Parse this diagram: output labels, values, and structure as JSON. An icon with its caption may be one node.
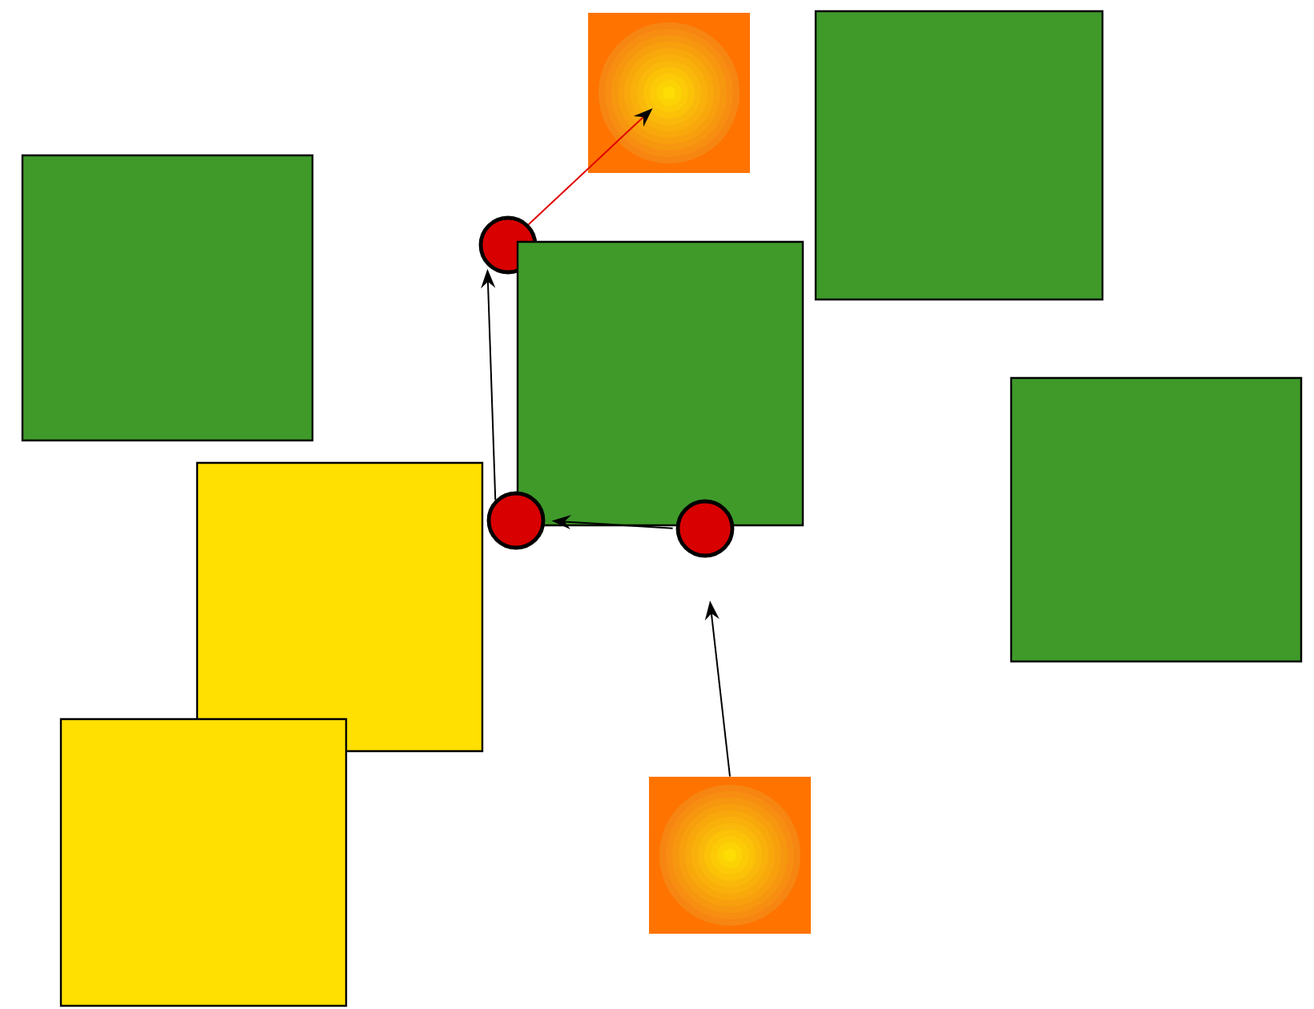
{
  "diagram": {
    "nodes": [
      {
        "text": [],
        "shape": "box"
      },
      {
        "text": [],
        "shape": "box"
      },
      {
        "text": [],
        "shape": "box"
      },
      {
        "text": [],
        "shape": "circle"
      },
      {
        "text": [],
        "shape": "box"
      },
      {
        "text": [],
        "shape": "box"
      },
      {
        "text": [],
        "shape": "box"
      },
      {
        "text": [],
        "shape": "circle"
      },
      {
        "text": [],
        "shape": "circle"
      },
      {
        "text": [],
        "shape": "box"
      },
      {
        "text": [],
        "shape": "box"
      }
    ],
    "edges": [
      {
        "from": 10,
        "to": 8,
        "arrow": "to"
      },
      {
        "from": 8,
        "to": 7,
        "arrow": "to"
      },
      {
        "from": 7,
        "to": 3,
        "arrow": "to"
      },
      {
        "from": 3,
        "to": 0,
        "arrow": "to",
        "color": "#e00000"
      }
    ]
  }
}
